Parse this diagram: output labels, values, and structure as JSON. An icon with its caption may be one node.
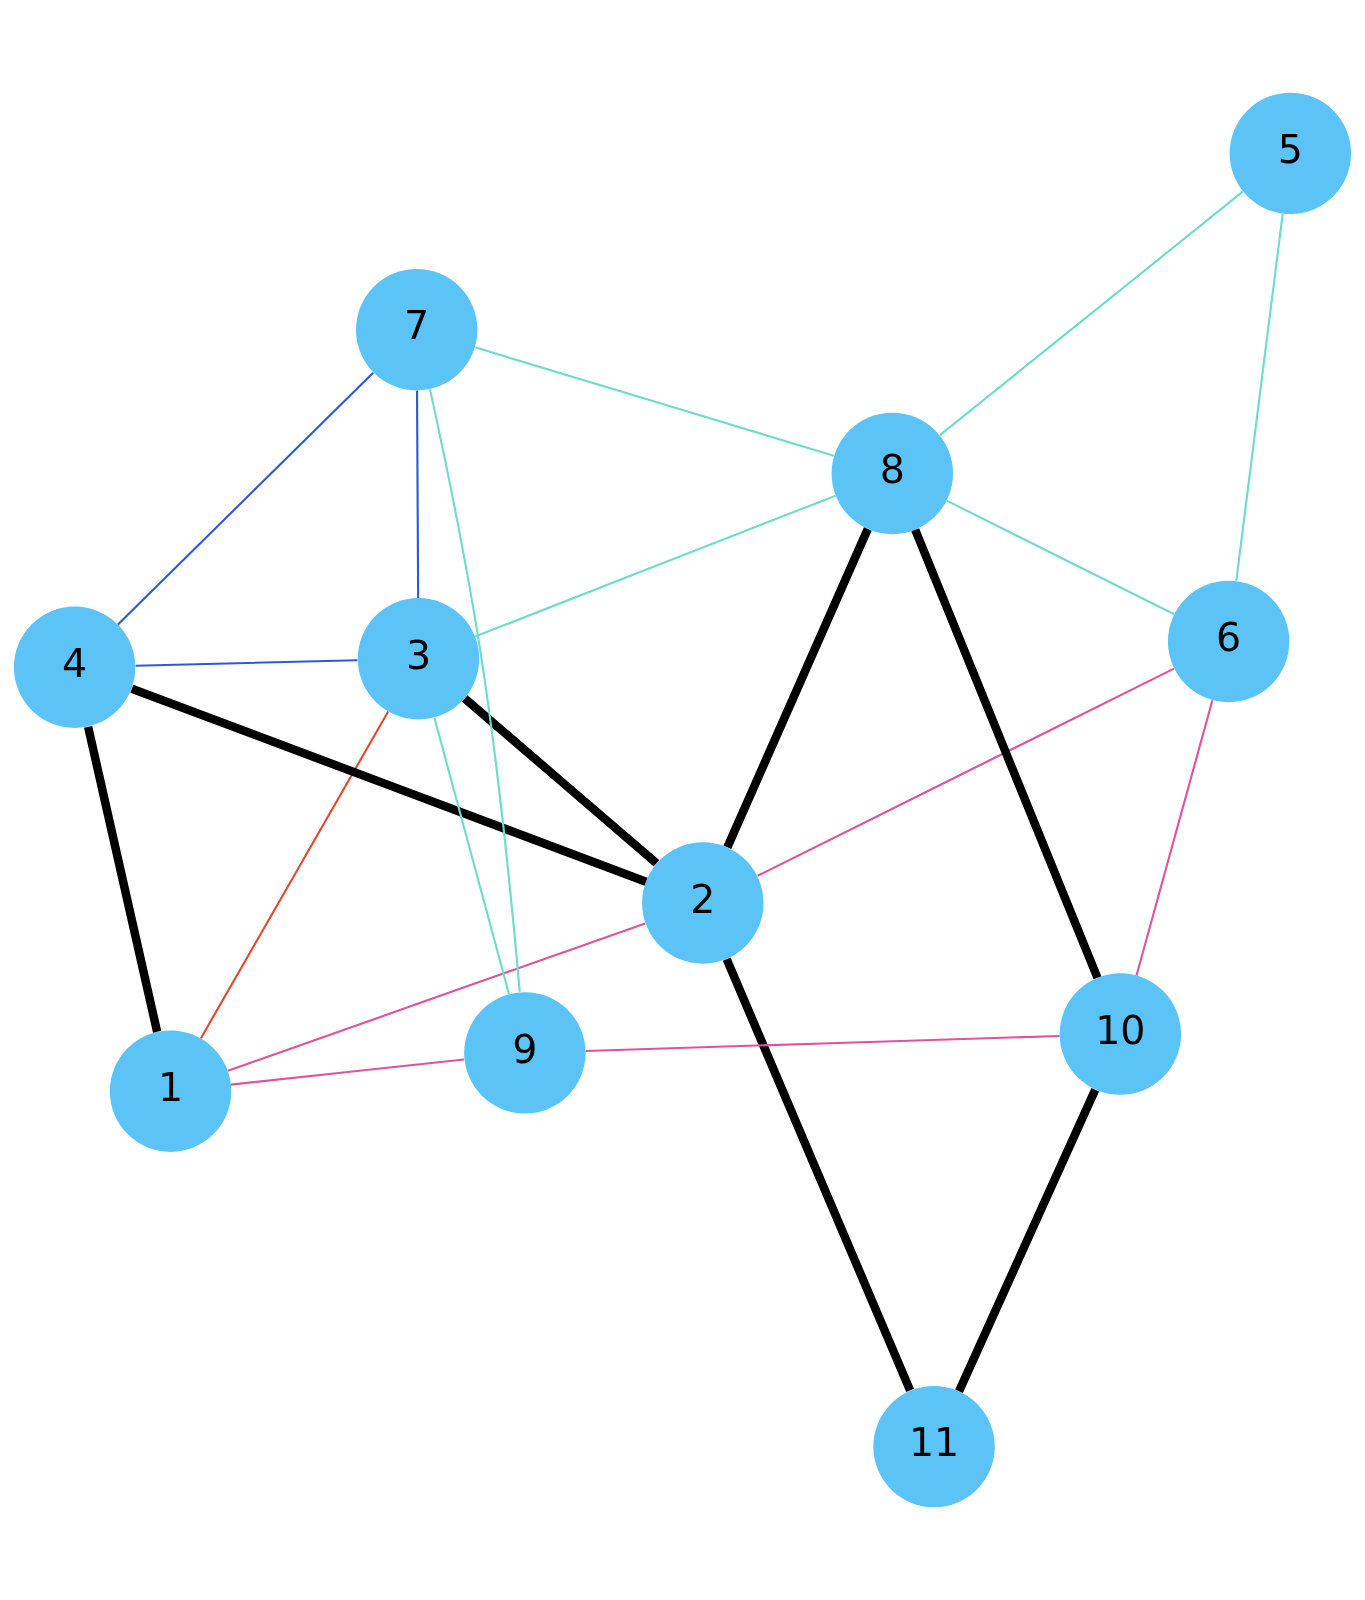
{
  "diagram": {
    "nodes": [
      {
        "text": [
          "1"
        ]
      },
      {
        "text": [
          "2"
        ]
      },
      {
        "text": [
          "3"
        ]
      },
      {
        "text": [
          "4"
        ]
      },
      {
        "text": [
          "5"
        ]
      },
      {
        "text": [
          "6"
        ]
      },
      {
        "text": [
          "7"
        ]
      },
      {
        "text": [
          "8"
        ]
      },
      {
        "text": [
          "9"
        ]
      },
      {
        "text": [
          "10"
        ]
      },
      {
        "text": [
          "11"
        ]
      }
    ],
    "edges": [
      {
        "from": 0,
        "to": 1,
        "arrow": "none",
        "color": "#e0529c"
      },
      {
        "from": 0,
        "to": 2,
        "arrow": "none",
        "color": "#e04a2f"
      },
      {
        "from": 0,
        "to": 3,
        "arrow": "none",
        "style": "thick",
        "color": "#000000"
      },
      {
        "from": 0,
        "to": 8,
        "arrow": "none",
        "color": "#e0529c"
      },
      {
        "from": 1,
        "to": 2,
        "arrow": "none",
        "style": "thick",
        "color": "#000000"
      },
      {
        "from": 1,
        "to": 3,
        "arrow": "none",
        "style": "thick",
        "color": "#000000"
      },
      {
        "from": 1,
        "to": 10,
        "arrow": "none",
        "style": "thick",
        "color": "#000000"
      },
      {
        "from": 1,
        "to": 7,
        "arrow": "none",
        "style": "thick",
        "color": "#000000"
      },
      {
        "from": 1,
        "to": 5,
        "arrow": "none",
        "color": "#e0529c"
      },
      {
        "from": 2,
        "to": 3,
        "arrow": "none",
        "color": "#2a5bd7"
      },
      {
        "from": 2,
        "to": 6,
        "arrow": "none",
        "color": "#2a5bd7"
      },
      {
        "from": 2,
        "to": 7,
        "arrow": "none",
        "color": "#6ddcc8"
      },
      {
        "from": 2,
        "to": 8,
        "arrow": "none",
        "color": "#6ddcc8"
      },
      {
        "from": 3,
        "to": 6,
        "arrow": "none",
        "color": "#2a5bd7"
      },
      {
        "from": 4,
        "to": 5,
        "arrow": "none",
        "color": "#6ddcc8"
      },
      {
        "from": 4,
        "to": 7,
        "arrow": "none",
        "color": "#6ddcc8"
      },
      {
        "from": 5,
        "to": 7,
        "arrow": "none",
        "color": "#6ddcc8"
      },
      {
        "from": 5,
        "to": 9,
        "arrow": "none",
        "color": "#e0529c"
      },
      {
        "from": 6,
        "to": 7,
        "arrow": "none",
        "color": "#6ddcc8"
      },
      {
        "from": 6,
        "to": 8,
        "arrow": "none",
        "color": "#6ddcc8"
      },
      {
        "from": 7,
        "to": 9,
        "arrow": "none",
        "style": "thick",
        "color": "#000000"
      },
      {
        "from": 9,
        "to": 10,
        "arrow": "none",
        "style": "thick",
        "color": "#000000"
      },
      {
        "from": 8,
        "to": 9,
        "arrow": "none",
        "color": "#e0529c"
      }
    ]
  }
}
